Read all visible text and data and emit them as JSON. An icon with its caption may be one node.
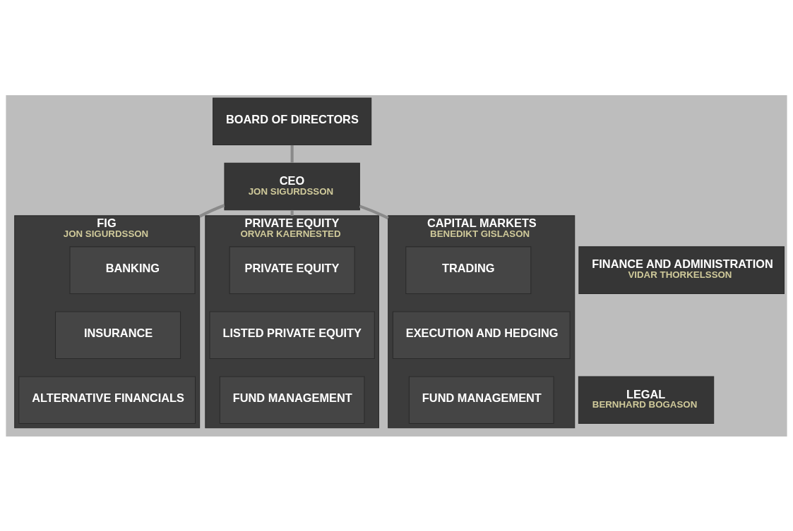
{
  "diagram": {
    "nodes": [
      {
        "text": [
          "BOARD OF DIRECTORS"
        ]
      },
      {
        "text": [
          "CEO",
          "JON SIGURDSSON"
        ]
      },
      {
        "text": [
          "FIG",
          "JON SIGURDSSON"
        ]
      },
      {
        "text": [
          "BANKING"
        ],
        "in": 2
      },
      {
        "text": [
          "INSURANCE"
        ],
        "in": 2
      },
      {
        "text": [
          "ALTERNATIVE FINANCIALS"
        ],
        "in": 2
      },
      {
        "text": [
          "PRIVATE EQUITY",
          "ORVAR KAERNESTED"
        ]
      },
      {
        "text": [
          "PRIVATE EQUITY"
        ],
        "in": 6
      },
      {
        "text": [
          "LISTED PRIVATE EQUITY"
        ],
        "in": 6
      },
      {
        "text": [
          "FUND MANAGEMENT"
        ],
        "in": 6
      },
      {
        "text": [
          "CAPITAL MARKETS",
          "BENEDIKT GISLASON"
        ]
      },
      {
        "text": [
          "TRADING"
        ],
        "in": 10
      },
      {
        "text": [
          "EXECUTION AND HEDGING"
        ],
        "in": 10
      },
      {
        "text": [
          "FUND MANAGEMENT"
        ],
        "in": 10
      },
      {
        "text": [
          "FINANCE AND ADMINISTRATION",
          "VIDAR THORKELSSON"
        ]
      },
      {
        "text": [
          "LEGAL",
          "BERNHARD BOGASON"
        ]
      }
    ],
    "edges": [
      {
        "from": 0,
        "to": 1,
        "arrow": "none"
      },
      {
        "from": 1,
        "to": 2,
        "arrow": "none"
      },
      {
        "from": 1,
        "to": 6,
        "arrow": "none"
      },
      {
        "from": 1,
        "to": 10,
        "arrow": "none"
      }
    ]
  }
}
